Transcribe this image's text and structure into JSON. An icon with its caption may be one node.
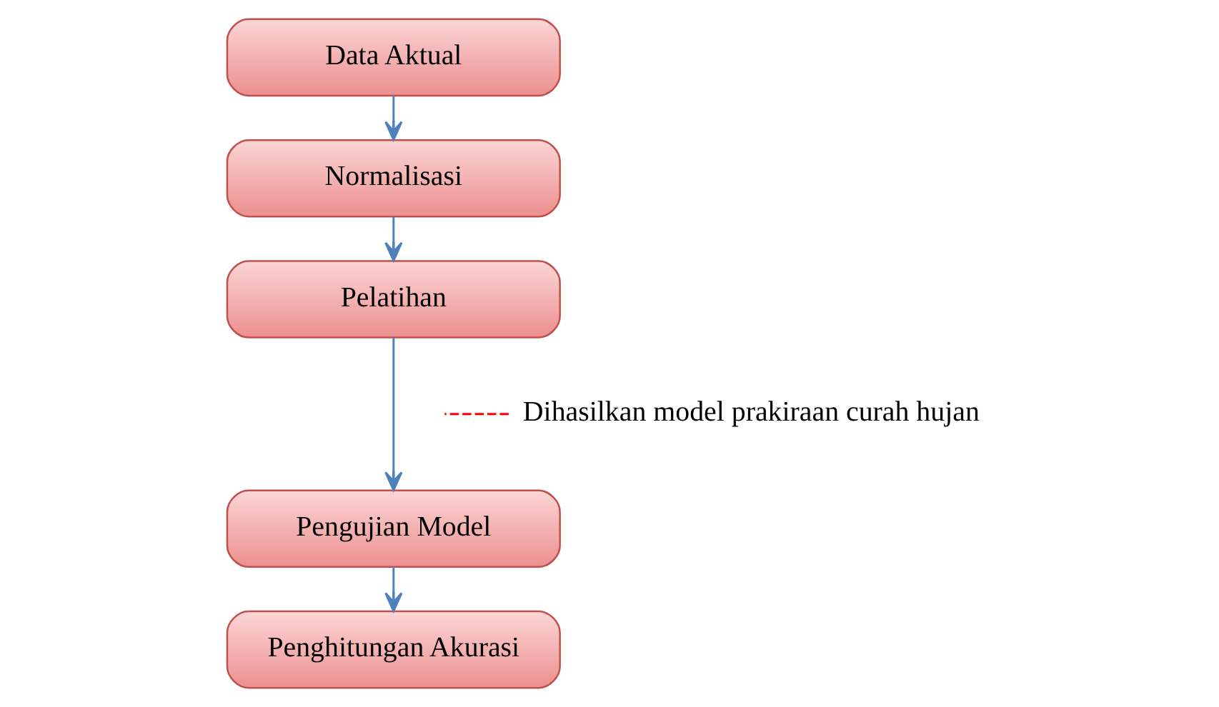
{
  "diagram": {
    "nodes": [
      {
        "text": [
          "Data Aktual"
        ]
      },
      {
        "text": [
          "Normalisasi"
        ]
      },
      {
        "text": [
          "Pelatihan"
        ]
      },
      {
        "text": [
          "Pengujian Model"
        ]
      },
      {
        "text": [
          "Penghitungan Akurasi"
        ]
      },
      {
        "text": [
          "Dihasilkan model prakiraan curah hujan"
        ]
      }
    ],
    "edges": [
      {
        "from": 0,
        "to": 1,
        "arrow": "to"
      },
      {
        "from": 1,
        "to": 2,
        "arrow": "to"
      },
      {
        "from": 2,
        "to": 3,
        "arrow": "to"
      },
      {
        "from": 3,
        "to": 4,
        "arrow": "to"
      },
      {
        "from": 5,
        "to": null,
        "arrow": "none",
        "style": "dashed",
        "color": "#ff0000"
      }
    ]
  }
}
